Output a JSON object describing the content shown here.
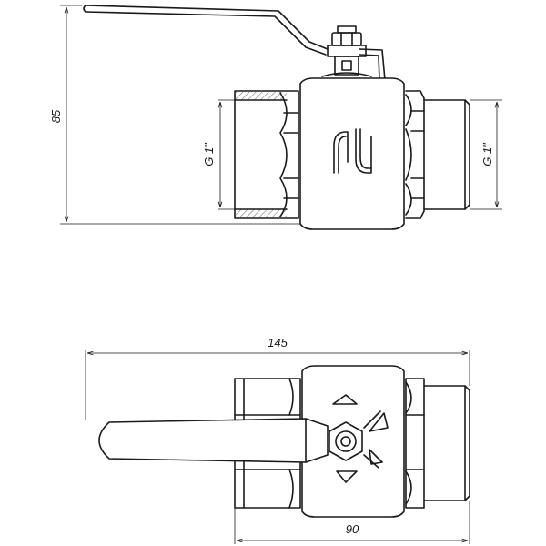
{
  "dimensions": {
    "height": "85",
    "thread_left": "G 1\"",
    "thread_right": "G 1\"",
    "overall_length": "145",
    "body_length": "90"
  },
  "colors": {
    "line": "#1a1a1a",
    "background": "#ffffff"
  }
}
